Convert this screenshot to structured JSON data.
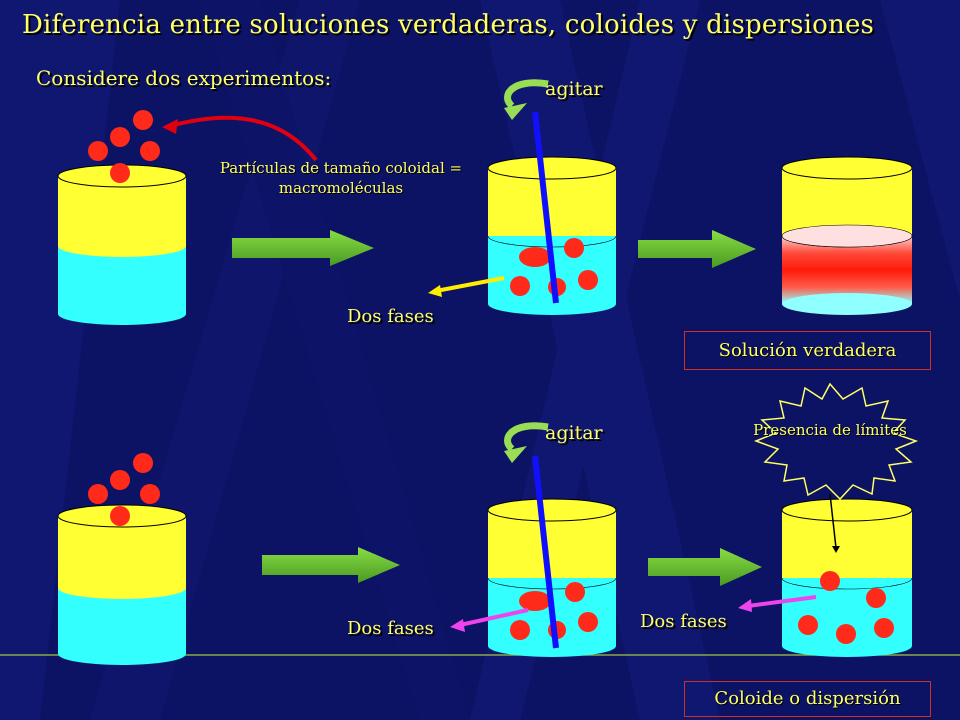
{
  "title": "Diferencia entre soluciones verdaderas, coloides y dispersiones",
  "subtitle": "Considere dos experimentos:",
  "annotations": {
    "particles_note": "Partículas de tamaño coloidal = macromoléculas",
    "agitar_top": "agitar",
    "agitar_bottom": "agitar",
    "dos_fases_1": "Dos fases",
    "dos_fases_2": "Dos fases",
    "dos_fases_3": "Dos fases",
    "presencia_limites": "Presencia de límites"
  },
  "result_labels": {
    "solution": "Solución verdadera",
    "colloid": "Coloide o dispersión"
  },
  "colors": {
    "background": "#0c1264",
    "text": "#ffff66",
    "upper_phase": "#ffff33",
    "lower_phase": "#33ffff",
    "particle": "#ff2a1a",
    "arrow": "#66bb33",
    "stirrer": "#1010ff",
    "mixed_band": "#ff2a1a"
  }
}
